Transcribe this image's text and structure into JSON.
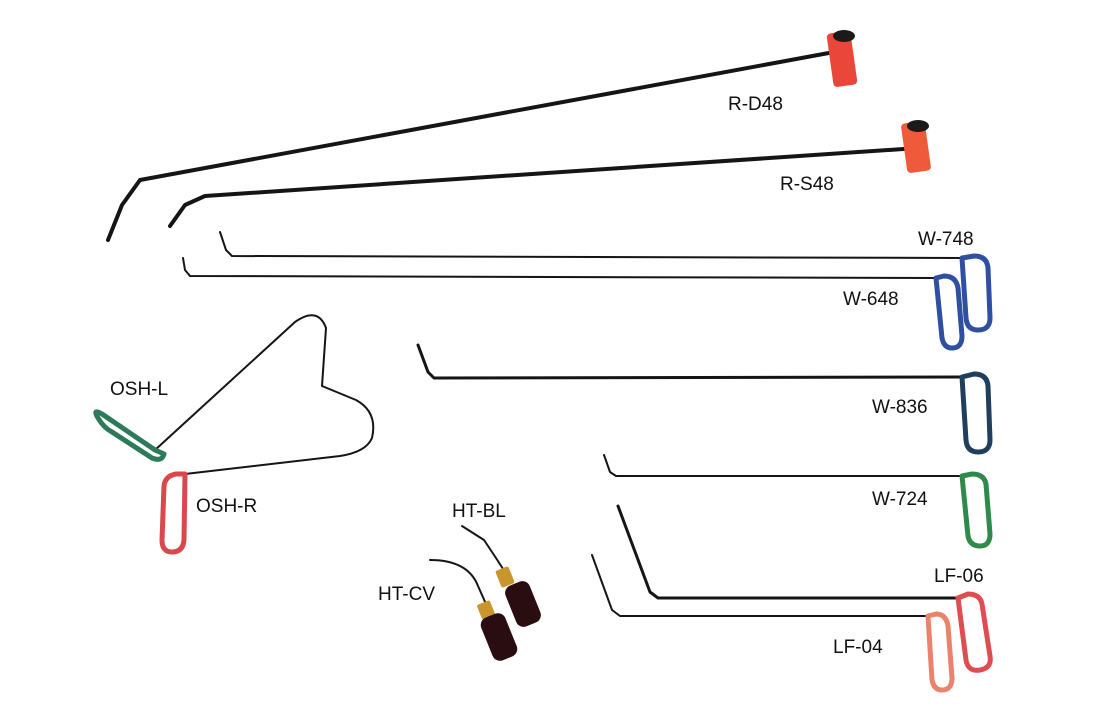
{
  "tools": [
    {
      "id": "r-d48",
      "label": "R-D48",
      "handle_color": "#e8473a"
    },
    {
      "id": "r-s48",
      "label": "R-S48",
      "handle_color": "#ee5a3a"
    },
    {
      "id": "w-748",
      "label": "W-748",
      "handle_color": "#2f4fa0"
    },
    {
      "id": "w-648",
      "label": "W-648",
      "handle_color": "#2f4fa0"
    },
    {
      "id": "w-836",
      "label": "W-836",
      "handle_color": "#1f3f5c"
    },
    {
      "id": "w-724",
      "label": "W-724",
      "handle_color": "#2e8a4a"
    },
    {
      "id": "lf-06",
      "label": "LF-06",
      "handle_color": "#de4d52"
    },
    {
      "id": "lf-04",
      "label": "LF-04",
      "handle_color": "#e9836b"
    },
    {
      "id": "osh-l",
      "label": "OSH-L",
      "handle_color": "#2d7a5b"
    },
    {
      "id": "osh-r",
      "label": "OSH-R",
      "handle_color": "#d9484d"
    },
    {
      "id": "ht-bl",
      "label": "HT-BL",
      "handle_color": "#2a0d10"
    },
    {
      "id": "ht-cv",
      "label": "HT-CV",
      "handle_color": "#2a0d10"
    }
  ],
  "colors": {
    "rod": "#151515",
    "background": "#ffffff",
    "brass": "#c9962e"
  }
}
